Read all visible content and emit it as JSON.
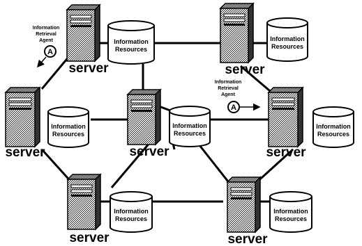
{
  "labels": {
    "server": "server",
    "resources_line1": "Information",
    "resources_line2": "Resources",
    "agent_line1": "Information",
    "agent_line2": "Retrieval",
    "agent_line3": "Agent",
    "agent_letter": "A"
  }
}
